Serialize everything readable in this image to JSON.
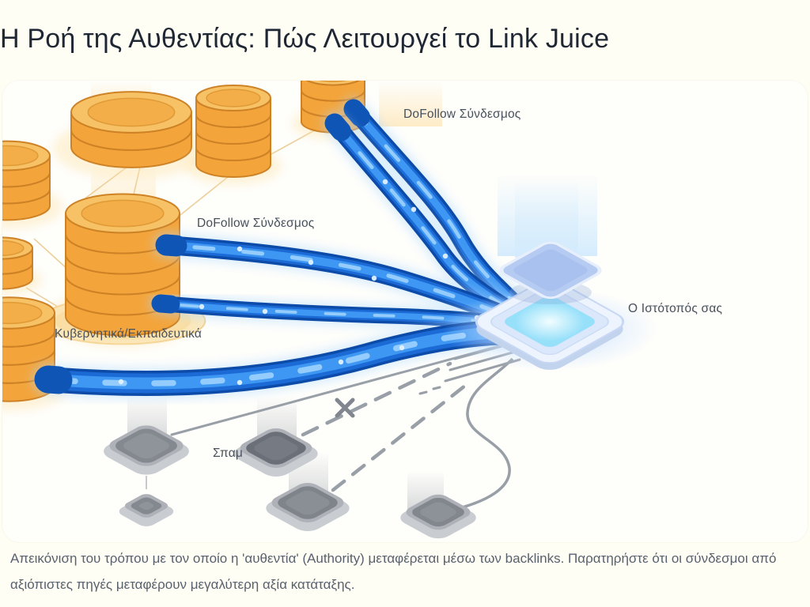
{
  "page": {
    "title": "Η Ροή της Αυθεντίας: Πώς Λειτουργεί το Link Juice",
    "caption": "Απεικόνιση του τρόπου με τον οποίο η 'αυθεντία' (Authority) μεταφέρεται μέσω των backlinks. Παρατηρήστε ότι οι σύνδεσμοι από αξιόπιστες πηγές μεταφέρουν μεγαλύτερη αξία κατάταξης."
  },
  "diagram": {
    "labels": {
      "dofollow_top": "DoFollow Σύνδεσμος",
      "dofollow_mid": "DoFollow Σύνδεσμος",
      "gov_edu": "Κυβερνητικά/Εκπαιδευτικά",
      "your_site": "Ο Ιστότοπός σας",
      "spam": "Σπαμ"
    },
    "colors": {
      "coin_side": "#F3A53C",
      "coin_top": "#F7C266",
      "coin_inner": "#F3AD49",
      "coin_outline": "#CE8226",
      "net_line": "#ECCF9B",
      "glow_gold": "#FFE2A6",
      "beam_gold": "#FFD993",
      "pipe_outline": "#0C4BA8",
      "pipe_body": "#1B6AD6",
      "pipe_core": "#3E97F2",
      "pipe_sheen": "#9FD2FF",
      "pipe_glow": "#AFD9FF",
      "pipe_cap": "#0F55B5",
      "beam_blue": "#D3EBFD",
      "halo_blue": "#CFE4FF",
      "site_face": "#EEF4FD",
      "site_edge": "#C8D8F4",
      "site_mid": "#DBE7FA",
      "float_face": "#B6CBF2",
      "float_inner": "#A9C1EF",
      "wire": "#999FA7",
      "cross": "#81868E",
      "beam_gray": "#9CA1A8",
      "node_base": "#C9CCD1",
      "node_rim": "#AEB2B8",
      "node_face": "#84898F",
      "node_face_dark": "#6A6F78"
    }
  }
}
